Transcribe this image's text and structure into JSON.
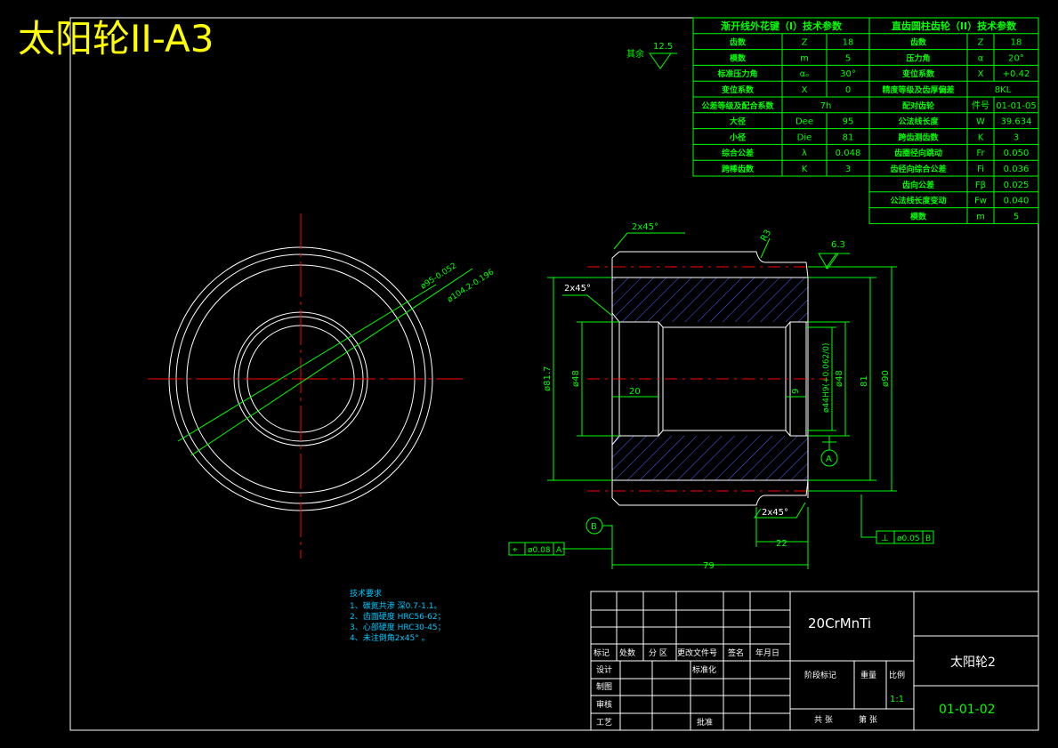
{
  "title": "太阳轮II-A3",
  "roughness_other": {
    "value": "12.5",
    "label": "其余"
  },
  "spline_table": {
    "header": "渐开线外花键（I）技术参数",
    "rows": [
      [
        "齿数",
        "Z",
        "18"
      ],
      [
        "模数",
        "m",
        "5"
      ],
      [
        "标准压力角",
        "αₒ",
        "30°"
      ],
      [
        "变位系数",
        "X",
        "0"
      ],
      [
        "公差等级及配合系数",
        "",
        "7h"
      ],
      [
        "大径",
        "Dee",
        "95"
      ],
      [
        "小径",
        "Die",
        "81"
      ],
      [
        "综合公差",
        "λ",
        "0.048"
      ],
      [
        "跨棒齿数",
        "K",
        "3"
      ]
    ]
  },
  "gear_table": {
    "header": "直齿圆柱齿轮（II）技术参数",
    "rows": [
      [
        "齿数",
        "Z",
        "18"
      ],
      [
        "压力角",
        "α",
        "20°"
      ],
      [
        "变位系数",
        "X",
        "+0.42"
      ],
      [
        "精度等级及齿厚偏差",
        "",
        "8KL"
      ],
      [
        "配对齿轮",
        "件号",
        "01-01-05"
      ],
      [
        "公法线长度",
        "W",
        "39.634"
      ],
      [
        "跨齿测齿数",
        "K",
        "3"
      ],
      [
        "齿圈径向跳动",
        "Fr",
        "0.050"
      ],
      [
        "齿径向综合公差",
        "Fi",
        "0.036"
      ],
      [
        "齿向公差",
        "Fβ",
        "0.025"
      ],
      [
        "公法线长度变动",
        "Fw",
        "0.040"
      ],
      [
        "模数",
        "m",
        "5"
      ]
    ]
  },
  "dims": {
    "chamfer_top": "2x45°",
    "radius": "R3",
    "roughness": "6.3",
    "chamfer_left": "2x45°",
    "dia_spline": "ø81.7",
    "dia_bore_left": "ø48",
    "len_20": "20",
    "len_9": "9",
    "bore_tol": "ø44H9(+0.062/0)",
    "dia_bore_right": "ø48",
    "dia_81": "81",
    "dia_90": "ø90",
    "datum_a": "A",
    "datum_b": "B",
    "chamfer_bottom": "2x45°",
    "len_22": "22",
    "len_79": "79",
    "tol_left": "ø0.08",
    "tol_left_ref": "A",
    "tol_right_sym": "⊥",
    "tol_right": "ø0.05",
    "tol_right_ref": "B",
    "dia_95_leader": "ø95-0.052",
    "dia_104_leader": "ø104.2-0.196"
  },
  "tech_req": {
    "heading": "技术要求",
    "lines": [
      "1、碳氮共渗  深0.7-1.1。",
      "2、齿面硬度  HRC56-62；",
      "3、心部硬度  HRC30-45；",
      "4、未注倒角2x45° 。"
    ]
  },
  "title_block": {
    "material": "20CrMnTi",
    "part_name": "太阳轮2",
    "drawing_no": "01-01-02",
    "scale": "1:1",
    "rev_labels": [
      "标记",
      "处数",
      "分 区",
      "更改文件号",
      "签名",
      "年月日"
    ],
    "design": "设计",
    "standard": "标准化",
    "draw": "制图",
    "check": "审核",
    "process": "工艺",
    "approve": "批准",
    "stage": "阶段标记",
    "weight": "重量",
    "ratio": "比例",
    "sheets_total": "共  张",
    "sheet_no": "第  张"
  },
  "colors": {
    "title": "#ffff00",
    "table": "#00ff00",
    "outline": "#ffffff",
    "center": "#ff0000",
    "dimension": "#00ff00",
    "hatch": "#5060ff",
    "note": "#00c8ff"
  }
}
